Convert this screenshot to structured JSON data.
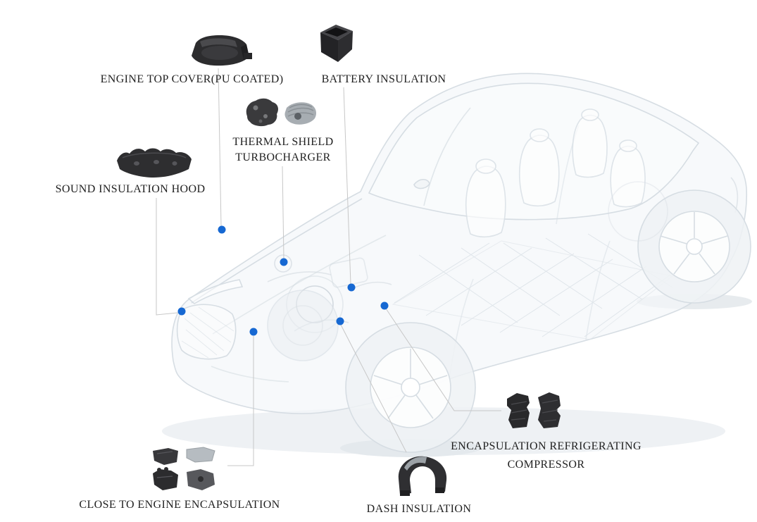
{
  "diagram": {
    "background_color": "#ffffff",
    "marker_color": "#1668d2",
    "leader_line_color": "#c7c7c7",
    "label_text_color": "#1f1f1f",
    "car_illustration": "transparent-ghost-suv-three-quarter-front-view"
  },
  "callouts": {
    "engine_top_cover": {
      "label": "ENGINE TOP COVER(PU COATED)",
      "image": "engine-top-cover-part-image"
    },
    "battery_insulation": {
      "label": "BATTERY INSULATION",
      "image": "battery-insulation-part-image"
    },
    "thermal_shield_turbocharger": {
      "line1": "THERMAL SHIELD",
      "line2": "TURBOCHARGER",
      "image": "thermal-shield-turbocharger-part-image"
    },
    "sound_insulation_hood": {
      "label": "SOUND INSULATION HOOD",
      "image": "sound-insulation-hood-part-image"
    },
    "close_to_engine_encapsulation": {
      "label": "CLOSE TO ENGINE ENCAPSULATION",
      "image": "close-to-engine-encapsulation-part-image"
    },
    "dash_insulation": {
      "label": "DASH INSULATION",
      "image": "dash-insulation-part-image"
    },
    "encapsulation_refrigerating_compressor": {
      "line1": "ENCAPSULATION REFRIGERATING",
      "line2": "COMPRESSOR",
      "image": "encapsulation-refrigerating-compressor-part-image"
    }
  }
}
